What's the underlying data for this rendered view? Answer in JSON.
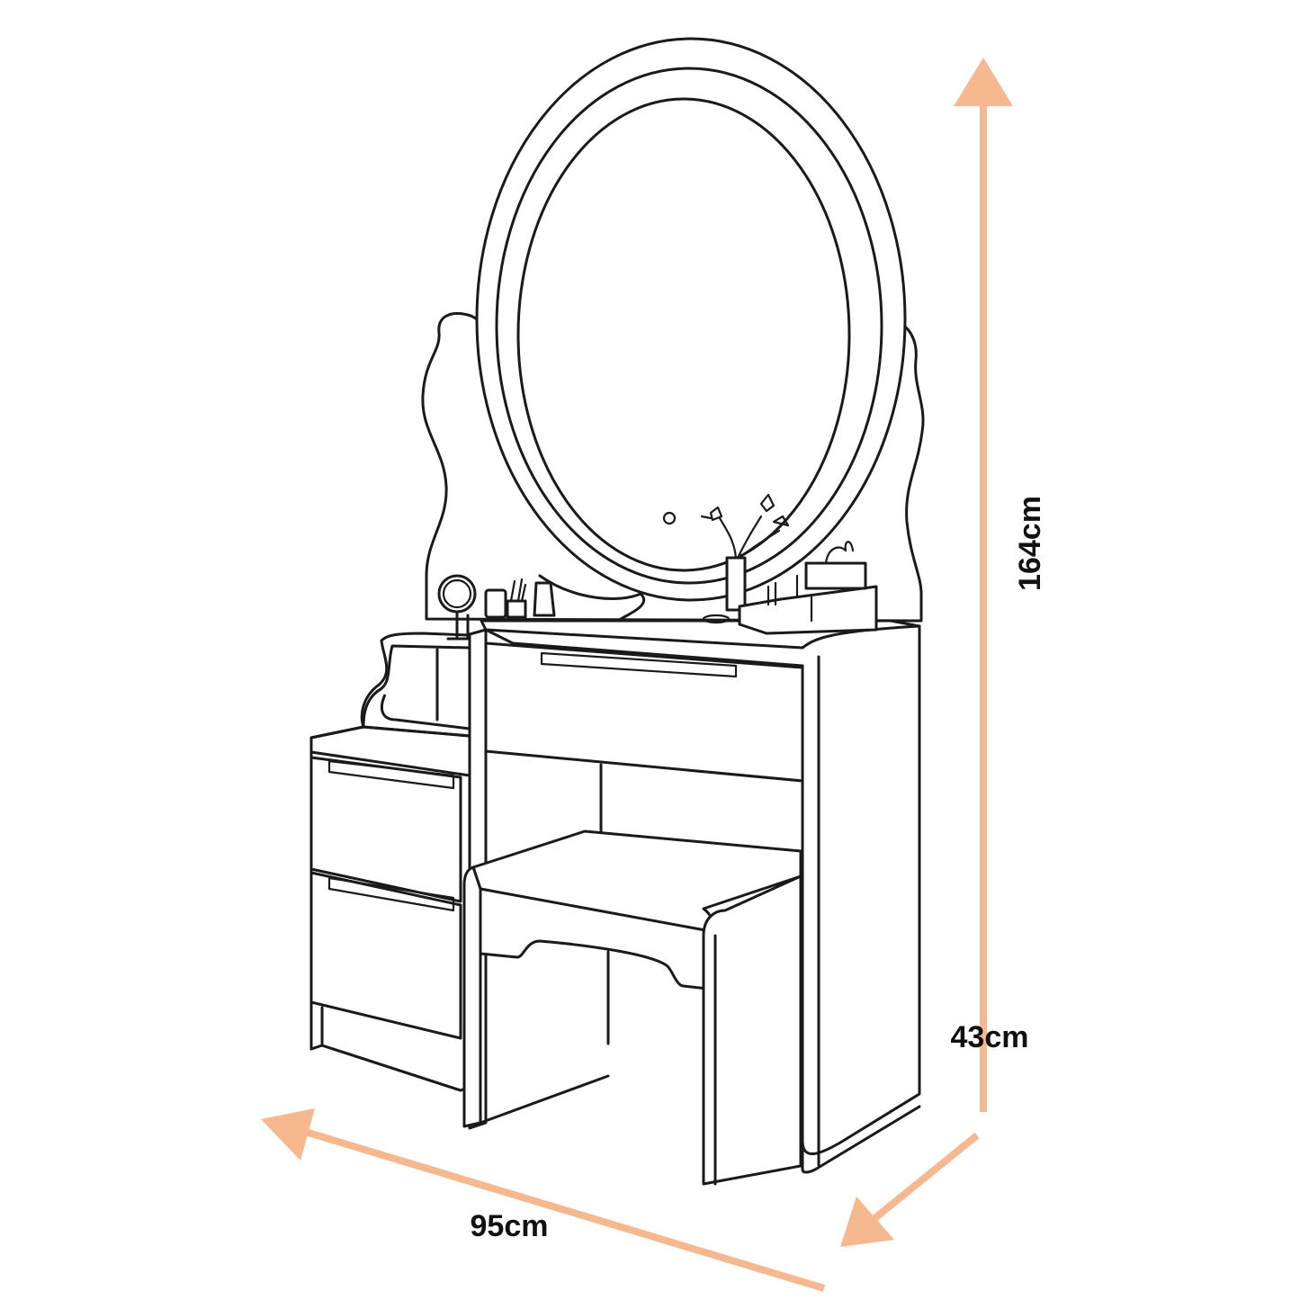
{
  "colors": {
    "dimension_arrow": "#f6b98f",
    "outline": "#1a1a1a",
    "background": "#ffffff"
  },
  "dimensions": {
    "height": "164cm",
    "width": "95cm",
    "depth": "43cm"
  }
}
